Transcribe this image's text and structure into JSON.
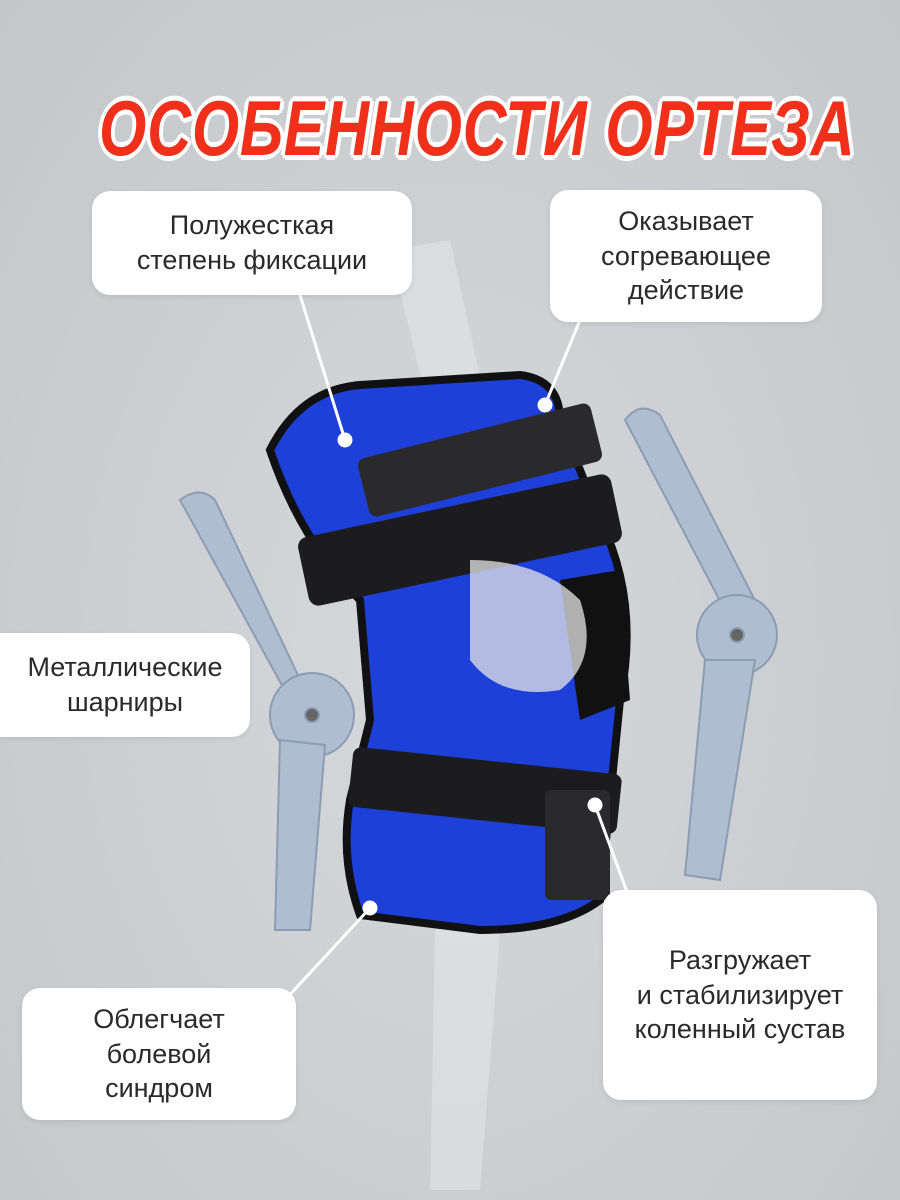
{
  "title": "ОСОБЕННОСТИ ОРТЕЗА",
  "callouts": {
    "fixation": "Полужесткая\nстепень фиксации",
    "warming": "Оказывает\nсогревающее\nдействие",
    "hinges": "Металлические\nшарниры",
    "pain": "Облегчает\nболевой\nсиндром",
    "stabilize": "Разгружает\nи стабилизирует\nколенный сустав"
  },
  "colors": {
    "title": "#f0301a",
    "brace_blue": "#1e3fd8",
    "strap": "#1c1c1e",
    "metal": "#a9b8cc"
  }
}
